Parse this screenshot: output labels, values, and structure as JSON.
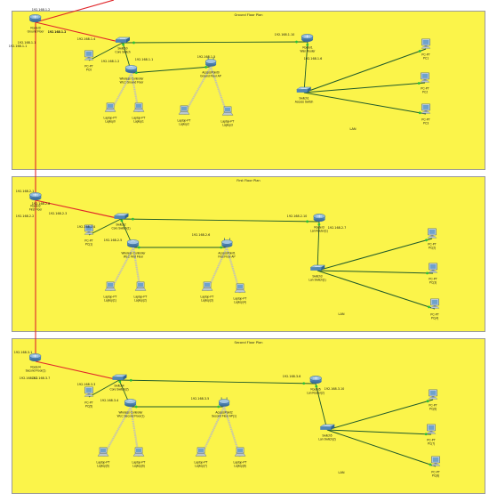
{
  "floors": [
    {
      "title": "Ground Floor Plan",
      "tag": "LAN",
      "ips": [
        "192.168.1.2",
        "192.168.1.1",
        "192.168.1.3",
        "192.168.1.4",
        "192.168.1.2",
        "192.168.1.1",
        "192.168.1.5",
        "192.168.1.10",
        "192.168.1.6",
        "192.168.1.1",
        "192.168.1.2"
      ],
      "nodes": {
        "core_router": [
          "Router0",
          "Ground Floor"
        ],
        "switch_main": [
          "Switch0",
          "Core Switch"
        ],
        "router_wan": [
          "Router1",
          "Wan Router"
        ],
        "wlc": [
          "Wireless Controller",
          "WLC Ground Floor"
        ],
        "ap": [
          "AccessPoint0",
          "Ground Floor AP"
        ],
        "pc_left": [
          "PC-PT",
          "PC0"
        ],
        "laptops": [
          [
            "Laptop-PT",
            "Laptop0"
          ],
          [
            "Laptop-PT",
            "Laptop1"
          ],
          [
            "Laptop-PT",
            "Laptop2"
          ],
          [
            "Laptop-PT",
            "Laptop3"
          ]
        ],
        "switch_right": [
          "Switch1",
          "Access Switch"
        ],
        "pcs_right": [
          [
            "PC-PT",
            "PC1"
          ],
          [
            "PC-PT",
            "PC2"
          ],
          [
            "PC-PT",
            "PC3"
          ]
        ]
      }
    },
    {
      "title": "First Floor Plan",
      "tag": "LAN",
      "ips": [
        "192.168.2.1",
        "192.168.2.2",
        "192.168.2.3",
        "192.168.2.4",
        "192.168.2.5",
        "192.168.2.6",
        "192.168.2.10",
        "192.168.2.7",
        "192.168.2.8"
      ],
      "nodes": {
        "core_router": [
          "Router2",
          "First Floor"
        ],
        "switch_main": [
          "Switch2",
          "Core Switch(1)"
        ],
        "router_wan": [
          "Router3",
          "Lan Router(1)"
        ],
        "wlc": [
          "Wireless Controller",
          "WLC First Floor"
        ],
        "ap": [
          "AccessPoint1",
          "First Floor AP"
        ],
        "pc_left": [
          "PC-PT",
          "PC(1)"
        ],
        "laptops": [
          [
            "Laptop-PT",
            "Laptop(1)"
          ],
          [
            "Laptop-PT",
            "Laptop(2)"
          ],
          [
            "Laptop-PT",
            "Laptop(3)"
          ],
          [
            "Laptop-PT",
            "Laptop(4)"
          ]
        ],
        "switch_right": [
          "Switch3",
          "Lan Switch(1)"
        ],
        "pcs_right": [
          [
            "PC-PT",
            "PC(2)"
          ],
          [
            "PC-PT",
            "PC(3)"
          ],
          [
            "PC-PT",
            "PC(4)"
          ]
        ]
      }
    },
    {
      "title": "Second Floor Plan",
      "tag": "LAN",
      "ips": [
        "192.168.3.1",
        "192.168.3.2",
        "192.168.3.3",
        "192.168.3.4",
        "192.168.3.5",
        "192.168.3.6",
        "192.168.3.10",
        "192.168.3.7"
      ],
      "nodes": {
        "core_router": [
          "Router4",
          "Second Floor(1)"
        ],
        "switch_main": [
          "Switch4",
          "Core Switch(2)"
        ],
        "router_wan": [
          "Router5",
          "Lan Router(2)"
        ],
        "wlc": [
          "Wireless Controller",
          "WLC Second Floor(1)"
        ],
        "ap": [
          "AccessPoint2",
          "Second Floor AP(1)"
        ],
        "pc_left": [
          "PC-PT",
          "PC(5)"
        ],
        "laptops": [
          [
            "Laptop-PT",
            "Laptop(5)"
          ],
          [
            "Laptop-PT",
            "Laptop(6)"
          ],
          [
            "Laptop-PT",
            "Laptop(7)"
          ],
          [
            "Laptop-PT",
            "Laptop(8)"
          ]
        ],
        "switch_right": [
          "Switch5",
          "Lan Switch(2)"
        ],
        "pcs_right": [
          [
            "PC-PT",
            "PC(6)"
          ],
          [
            "PC-PT",
            "PC(7)"
          ],
          [
            "PC-PT",
            "PC(8)"
          ]
        ]
      }
    }
  ],
  "colors": {
    "floor_bg": "#fbf44a",
    "serial_link": "#e0262a",
    "copper_link": "#1f5a2a",
    "wireless_link": "#bdbdbd"
  }
}
